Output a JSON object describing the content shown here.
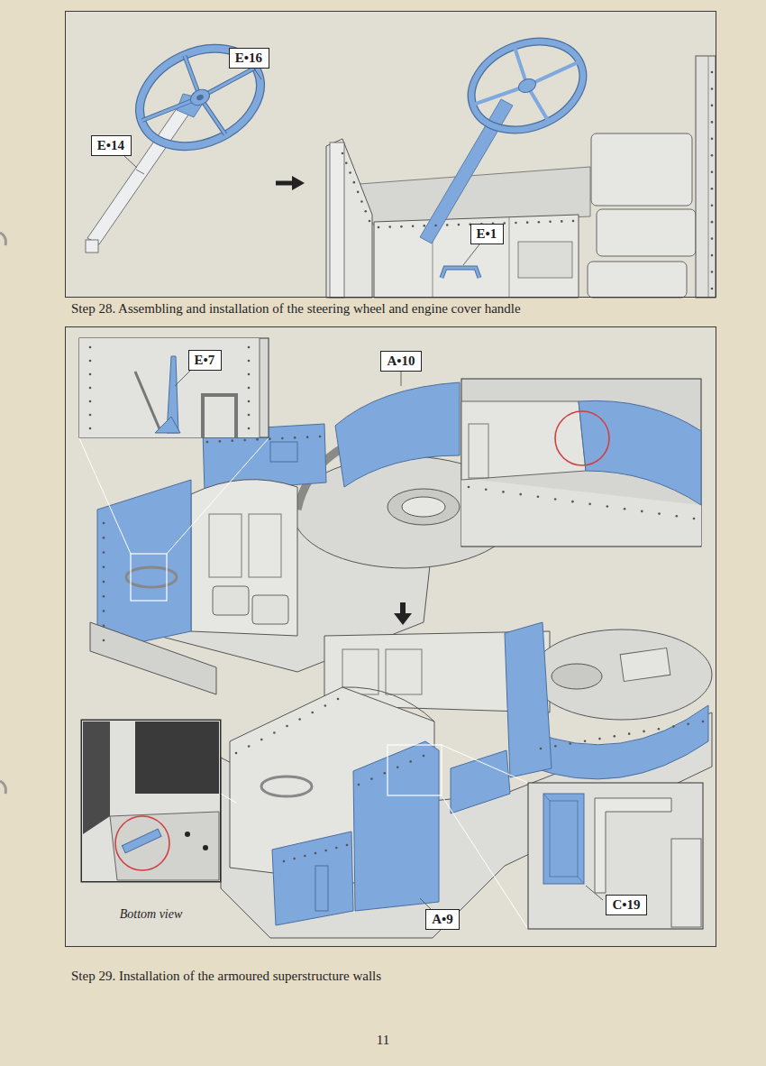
{
  "diagram": {
    "nodes": [
      {
        "text": [
          "Step 28. Assembling and installation of the steering wheel and engine cover handle"
        ]
      },
      {
        "text": [
          "E•16"
        ],
        "in": 0
      },
      {
        "text": [
          "E•14"
        ],
        "in": 0
      },
      {
        "text": [
          "E•1"
        ],
        "in": 0
      },
      {
        "text": [
          "Step 29. Installation of the armoured superstructure walls"
        ]
      },
      {
        "text": [
          "E•7"
        ],
        "in": 4
      },
      {
        "text": [
          "A•10"
        ],
        "in": 4
      },
      {
        "text": [
          "Bottom view"
        ],
        "in": 4
      },
      {
        "text": [
          "C•19"
        ],
        "in": 4
      },
      {
        "text": [
          "A•9"
        ],
        "in": 4
      }
    ],
    "labels": [
      "11"
    ]
  }
}
